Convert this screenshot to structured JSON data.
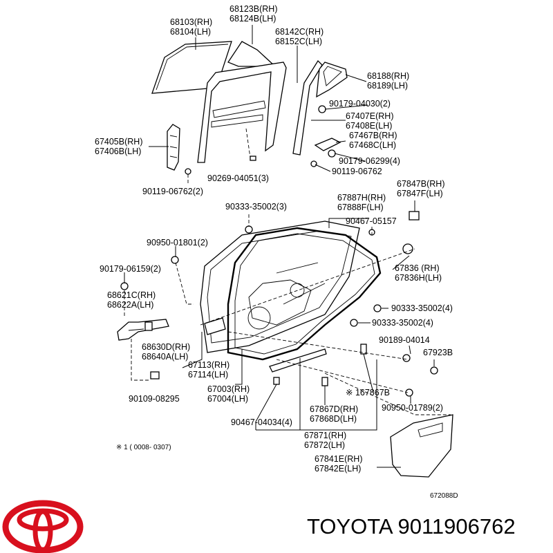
{
  "labels": {
    "p68103": "68103(RH)",
    "p68104": "68104(LH)",
    "p68123b": "68123B(RH)",
    "p68124b": "68124B(LH)",
    "p68142c": "68142C(RH)",
    "p68152c": "68152C(LH)",
    "p68188": "68188(RH)",
    "p68189": "68189(LH)",
    "p90179_04030": "90179-04030(2)",
    "p67407e": "67407E(RH)",
    "p67408e": "67408E(LH)",
    "p67467b": "67467B(RH)",
    "p67468c": "67468C(LH)",
    "p67405b": "67405B(RH)",
    "p67406b": "67406B(LH)",
    "p90179_06299": "90179-06299(4)",
    "p90119_06762": "90119-06762",
    "p90269_04051": "90269-04051(3)",
    "p90119_06762_2": "90119-06762(2)",
    "p67847b": "67847B(RH)",
    "p67847f": "67847F(LH)",
    "p90333_35002_3": "90333-35002(3)",
    "p67887h": "67887H(RH)",
    "p67888f": "67888F(LH)",
    "p90467_05157": "90467-05157",
    "p90950_01801": "90950-01801(2)",
    "p90179_06159": "90179-06159(2)",
    "p67836": "67836 (RH)",
    "p67836h": "67836H(LH)",
    "p68621c": "68621C(RH)",
    "p68622a": "68622A(LH)",
    "p90333_35002_4a": "90333-35002(4)",
    "p90333_35002_4b": "90333-35002(4)",
    "p90189_04014": "90189-04014",
    "p68630d": "68630D(RH)",
    "p68640a": "68640A(LH)",
    "p67923b": "67923B",
    "p67113": "67113(RH)",
    "p67114": "67114(LH)",
    "p67003": "67003(RH)",
    "p67004": "67004(LH)",
    "p167867b": "※ 167867B",
    "p90109_08295": "90109-08295",
    "p90950_01789": "90950-01789(2)",
    "p67867d": "67867D(RH)",
    "p67868d": "67868D(LH)",
    "p90467_04034": "90467-04034(4)",
    "p67871": "67871(RH)",
    "p67872": "67872(LH)",
    "p67841e": "67841E(RH)",
    "p67842e": "67842E(LH)"
  },
  "footnote": "※ 1 ( 0008- 0307)",
  "diagram_id": "672088D",
  "brand_text": "TOYOTA 9011906762",
  "brand_color": "#d8101e",
  "logo": "toyota-logo"
}
